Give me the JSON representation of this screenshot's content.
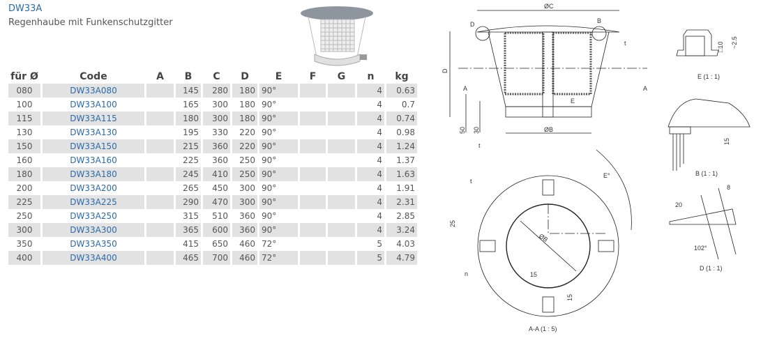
{
  "title": "DW33A",
  "subtitle": "Regenhaube mit Funkenschutzgitter",
  "table": {
    "headers": [
      "für Ø",
      "Code",
      "A",
      "B",
      "C",
      "D",
      "E",
      "F",
      "G",
      "n",
      "kg"
    ],
    "rows": [
      [
        "080",
        "DW33A080",
        "",
        "145",
        "280",
        "180",
        "90°",
        "",
        "",
        "4",
        "0.63"
      ],
      [
        "100",
        "DW33A100",
        "",
        "165",
        "300",
        "180",
        "90°",
        "",
        "",
        "4",
        "0.7"
      ],
      [
        "115",
        "DW33A115",
        "",
        "180",
        "300",
        "180",
        "90°",
        "",
        "",
        "4",
        "0.74"
      ],
      [
        "130",
        "DW33A130",
        "",
        "195",
        "330",
        "220",
        "90°",
        "",
        "",
        "4",
        "0.98"
      ],
      [
        "150",
        "DW33A150",
        "",
        "215",
        "360",
        "220",
        "90°",
        "",
        "",
        "4",
        "1.24"
      ],
      [
        "160",
        "DW33A160",
        "",
        "225",
        "360",
        "250",
        "90°",
        "",
        "",
        "4",
        "1.37"
      ],
      [
        "180",
        "DW33A180",
        "",
        "245",
        "410",
        "250",
        "90°",
        "",
        "",
        "4",
        "1.63"
      ],
      [
        "200",
        "DW33A200",
        "",
        "265",
        "450",
        "300",
        "90°",
        "",
        "",
        "4",
        "1.91"
      ],
      [
        "225",
        "DW33A225",
        "",
        "290",
        "470",
        "300",
        "90°",
        "",
        "",
        "4",
        "2.31"
      ],
      [
        "250",
        "DW33A250",
        "",
        "315",
        "510",
        "360",
        "90°",
        "",
        "",
        "4",
        "2.85"
      ],
      [
        "300",
        "DW33A300",
        "",
        "365",
        "600",
        "360",
        "90°",
        "",
        "",
        "4",
        "3.24"
      ],
      [
        "350",
        "DW33A350",
        "",
        "415",
        "650",
        "460",
        "72°",
        "",
        "",
        "5",
        "4.03"
      ],
      [
        "400",
        "DW33A400",
        "",
        "465",
        "700",
        "460",
        "72°",
        "",
        "",
        "5",
        "4.79"
      ]
    ]
  },
  "drawing": {
    "dim_c": "ØC",
    "dim_b": "ØB",
    "dim_d": "D",
    "sec_a": "A",
    "det_d": "D",
    "det_b": "B",
    "det_e": "E",
    "dim_50": "50",
    "dim_30": "30",
    "t": "t",
    "n": "n",
    "e_label": "E (1 : 1)",
    "e_d10": "□10",
    "e_25": "~2.5",
    "b_label": "B (1 : 1)",
    "b_15": "15",
    "d_label": "D (1 : 1)",
    "d_20": "20",
    "d_8": "8",
    "d_102": "102°",
    "aa_label": "A-A (1 : 5)",
    "aa_e": "E°",
    "aa_b": "ØB",
    "aa_25": "25",
    "aa_15a": "15",
    "aa_15b": "15"
  }
}
